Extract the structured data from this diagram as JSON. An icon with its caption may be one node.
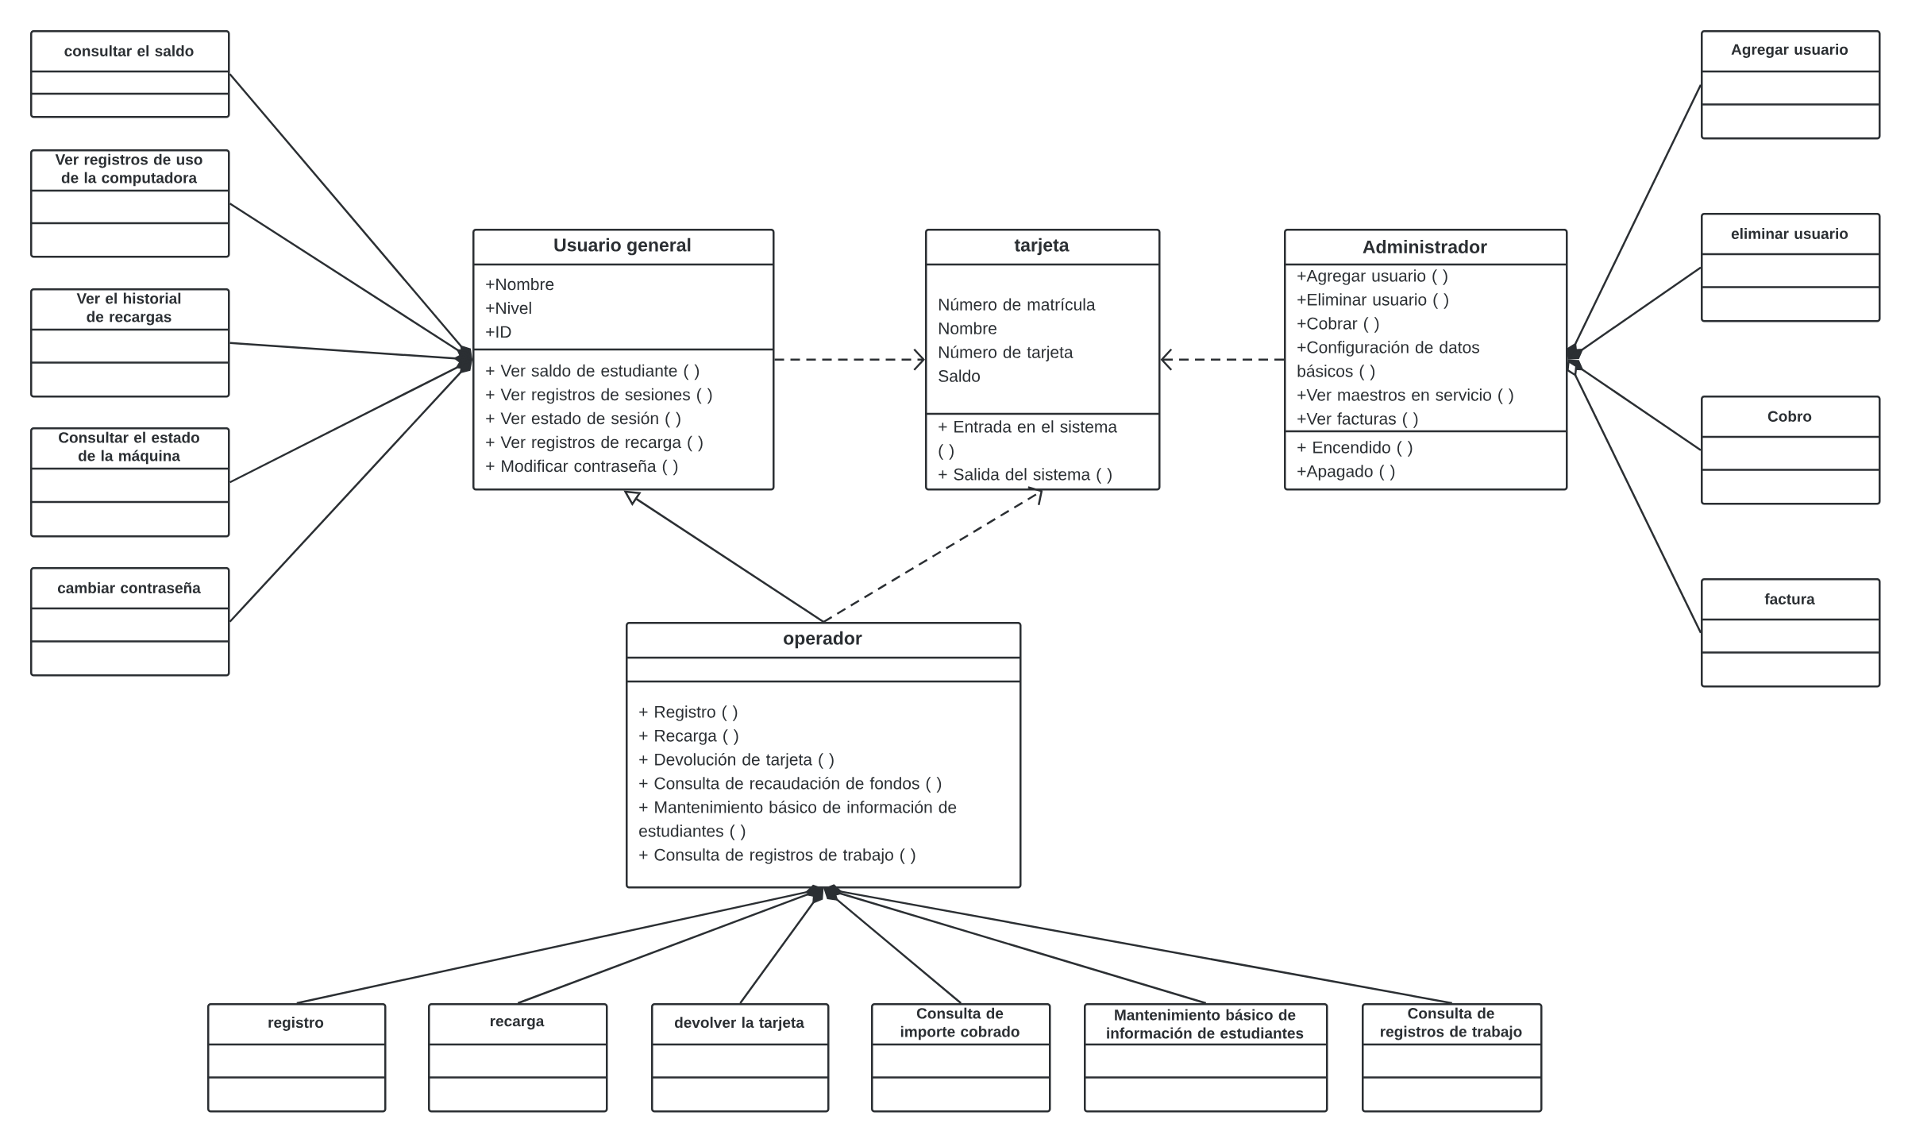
{
  "diagram": {
    "nodes": [
      {
        "text": [
          "Usuario general",
          "+Nombre",
          "+Nivel",
          "+ID",
          "+ Ver saldo de estudiante ( )",
          "+ Ver registros de sesiones ( )",
          "+ Ver estado de sesión ( )",
          "+ Ver registros de recarga ( )",
          "+ Modificar contraseña ( )"
        ]
      },
      {
        "text": [
          "tarjeta",
          "Número de matrícula",
          "Nombre",
          "Número de tarjeta",
          "Saldo",
          "+ Entrada en el sistema ( )",
          "+ Salida del sistema ( )"
        ]
      },
      {
        "text": [
          "Administrador",
          "+Agregar usuario ( )",
          "+Eliminar usuario ( )",
          "+Cobrar ( )",
          "+Configuración de datos básicos ( )",
          "+Ver maestros en servicio ( )",
          "+Ver facturas ( )",
          "+ Encendido ( )",
          "+Apagado ( )"
        ]
      },
      {
        "text": [
          "operador",
          "+ Registro ( )",
          "+ Recarga ( )",
          "+ Devolución de tarjeta ( )",
          "+ Consulta de recaudación de fondos ( )",
          "+ Mantenimiento básico de información de estudiantes ( )",
          "+ Consulta de registros de trabajo ( )"
        ]
      },
      {
        "text": [
          "consultar el saldo"
        ]
      },
      {
        "text": [
          "Ver registros de uso de la computadora"
        ]
      },
      {
        "text": [
          "Ver el historial de recargas"
        ]
      },
      {
        "text": [
          "Consultar el estado de la máquina"
        ]
      },
      {
        "text": [
          "cambiar contraseña"
        ]
      },
      {
        "text": [
          "Agregar usuario"
        ]
      },
      {
        "text": [
          "eliminar usuario"
        ]
      },
      {
        "text": [
          "Cobro"
        ]
      },
      {
        "text": [
          "factura"
        ]
      },
      {
        "text": [
          "registro"
        ]
      },
      {
        "text": [
          "recarga"
        ]
      },
      {
        "text": [
          "devolver la tarjeta"
        ]
      },
      {
        "text": [
          "Consulta de importe cobrado"
        ]
      },
      {
        "text": [
          "Mantenimiento básico de información de estudiantes"
        ]
      },
      {
        "text": [
          "Consulta de registros de trabajo"
        ]
      }
    ],
    "edges": [
      {
        "from": 4,
        "to": 0,
        "arrow": "other"
      },
      {
        "from": 5,
        "to": 0,
        "arrow": "other"
      },
      {
        "from": 6,
        "to": 0,
        "arrow": "other"
      },
      {
        "from": 7,
        "to": 0,
        "arrow": "other"
      },
      {
        "from": 8,
        "to": 0,
        "arrow": "other"
      },
      {
        "from": 0,
        "to": 1,
        "arrow": "to",
        "style": "dashed"
      },
      {
        "from": 2,
        "to": 1,
        "arrow": "to",
        "style": "dashed"
      },
      {
        "from": 3,
        "to": 0,
        "arrow": "to"
      },
      {
        "from": 3,
        "to": 1,
        "arrow": "to",
        "style": "dashed"
      },
      {
        "from": 9,
        "to": 2,
        "arrow": "other"
      },
      {
        "from": 10,
        "to": 2,
        "arrow": "other"
      },
      {
        "from": 11,
        "to": 2,
        "arrow": "other"
      },
      {
        "from": 12,
        "to": 2,
        "arrow": "other"
      },
      {
        "from": 13,
        "to": 3,
        "arrow": "other"
      },
      {
        "from": 14,
        "to": 3,
        "arrow": "other"
      },
      {
        "from": 15,
        "to": 3,
        "arrow": "other"
      },
      {
        "from": 16,
        "to": 3,
        "arrow": "other"
      },
      {
        "from": 17,
        "to": 3,
        "arrow": "other"
      },
      {
        "from": 18,
        "to": 3,
        "arrow": "other"
      }
    ]
  }
}
